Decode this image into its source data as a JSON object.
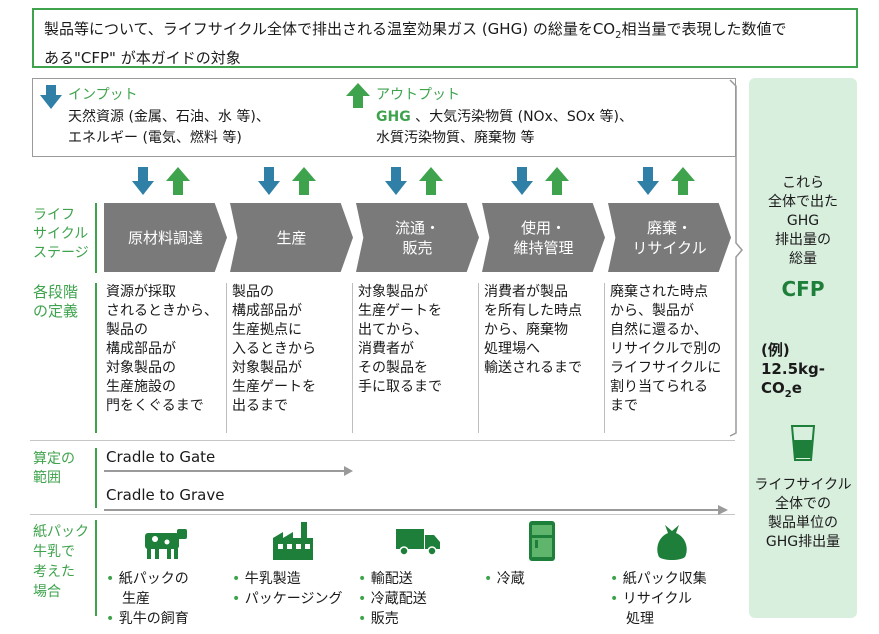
{
  "top_statement": {
    "line1_a": "製品等について、ライフサイクル全体で排出される温室効果ガス (GHG) の総量をCO",
    "line1_sub": "2",
    "line1_b": "相当量で表現した数値で",
    "line2": "ある\"CFP\" が本ガイドの対象"
  },
  "input": {
    "heading": "インプット",
    "line1": "天然資源 (金属、石油、水 等)、",
    "line2": "エネルギー (電気、燃料 等)"
  },
  "output": {
    "heading": "アウトプット",
    "ghg": "GHG",
    "line1_rest": " 、大気汚染物質 (NOx、SOx 等)、",
    "line2": "水質汚染物質、廃棄物 等"
  },
  "row_labels": {
    "lifecycle": [
      "ライフ",
      "サイクル",
      "ステージ"
    ],
    "definition": [
      "各段階",
      "の定義"
    ],
    "scope": [
      "算定の",
      "範囲"
    ],
    "example": [
      "紙パック",
      "牛乳で",
      "考えた",
      "場合"
    ]
  },
  "stages": [
    {
      "name_l1": "原材料調達",
      "name_l2": "",
      "definition": [
        "資源が採取",
        "されるときから、",
        "製品の",
        "構成部品が",
        "対象製品の",
        "生産施設の",
        "門をくぐるまで"
      ],
      "icon": "cow-icon",
      "examples": [
        "紙パックの",
        "生産",
        "乳牛の飼育"
      ]
    },
    {
      "name_l1": "生産",
      "name_l2": "",
      "definition": [
        "製品の",
        "構成部品が",
        "生産拠点に",
        "入るときから",
        "対象製品が",
        "生産ゲートを",
        "出るまで"
      ],
      "icon": "factory-icon",
      "examples": [
        "牛乳製造",
        "パッケージング"
      ]
    },
    {
      "name_l1": "流通・",
      "name_l2": "販売",
      "definition": [
        "対象製品が",
        "生産ゲートを",
        "出てから、",
        "消費者が",
        "その製品を",
        "手に取るまで"
      ],
      "icon": "truck-icon",
      "examples": [
        "輸配送",
        "冷蔵配送",
        "販売"
      ]
    },
    {
      "name_l1": "使用・",
      "name_l2": "維持管理",
      "definition": [
        "消費者が製品",
        "を所有した時点",
        "から、廃棄物",
        "処理場へ",
        "輸送されるまで"
      ],
      "icon": "refrigerator-icon",
      "examples": [
        "冷蔵"
      ]
    },
    {
      "name_l1": "廃棄・",
      "name_l2": "リサイクル",
      "definition": [
        "廃棄された時点",
        "から、製品が",
        "自然に還るか、",
        "リサイクルで別の",
        "ライフサイクルに",
        "割り当てられる",
        "まで"
      ],
      "icon": "garbage-bag-icon",
      "examples": [
        "紙パック収集",
        "リサイクル",
        "処理"
      ]
    }
  ],
  "scope": {
    "gate": "Cradle to Gate",
    "grave": "Cradle to Grave"
  },
  "right_panel": {
    "line1": "これら",
    "line2": "全体で出た",
    "line3": "GHG",
    "line4": "排出量の",
    "line5": "総量",
    "cfp": "CFP",
    "example_label": "(例)",
    "example_value1": "12.5kg-",
    "example_value2_a": "CO",
    "example_value2_sub": "2",
    "example_value2_b": "e",
    "bottom1": "ライフサイクル",
    "bottom2": "全体での",
    "bottom3": "製品単位の",
    "bottom4": "GHG排出量"
  },
  "colors": {
    "green": "#3fa34d",
    "blue": "#2f7fa6",
    "stage_gray": "#7a7a7a",
    "panel_bg": "#d9efde",
    "text_green": "#1e7f3a"
  }
}
